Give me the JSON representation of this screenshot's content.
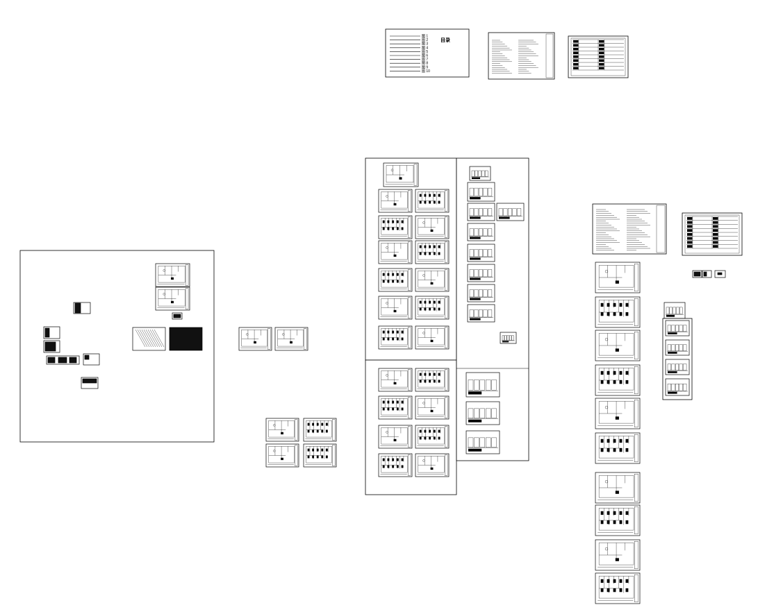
{
  "drawing": {
    "cover_sheet": {
      "title": "目录",
      "row_labels": [
        "图 1",
        "图 2",
        "图 3",
        "图 4",
        "图 5",
        "图 6",
        "图 7",
        "图 8",
        "图 9",
        "图 10"
      ]
    },
    "colors": {
      "background": "#ffffff",
      "ink": "#000000",
      "hatch": "#111111"
    }
  }
}
